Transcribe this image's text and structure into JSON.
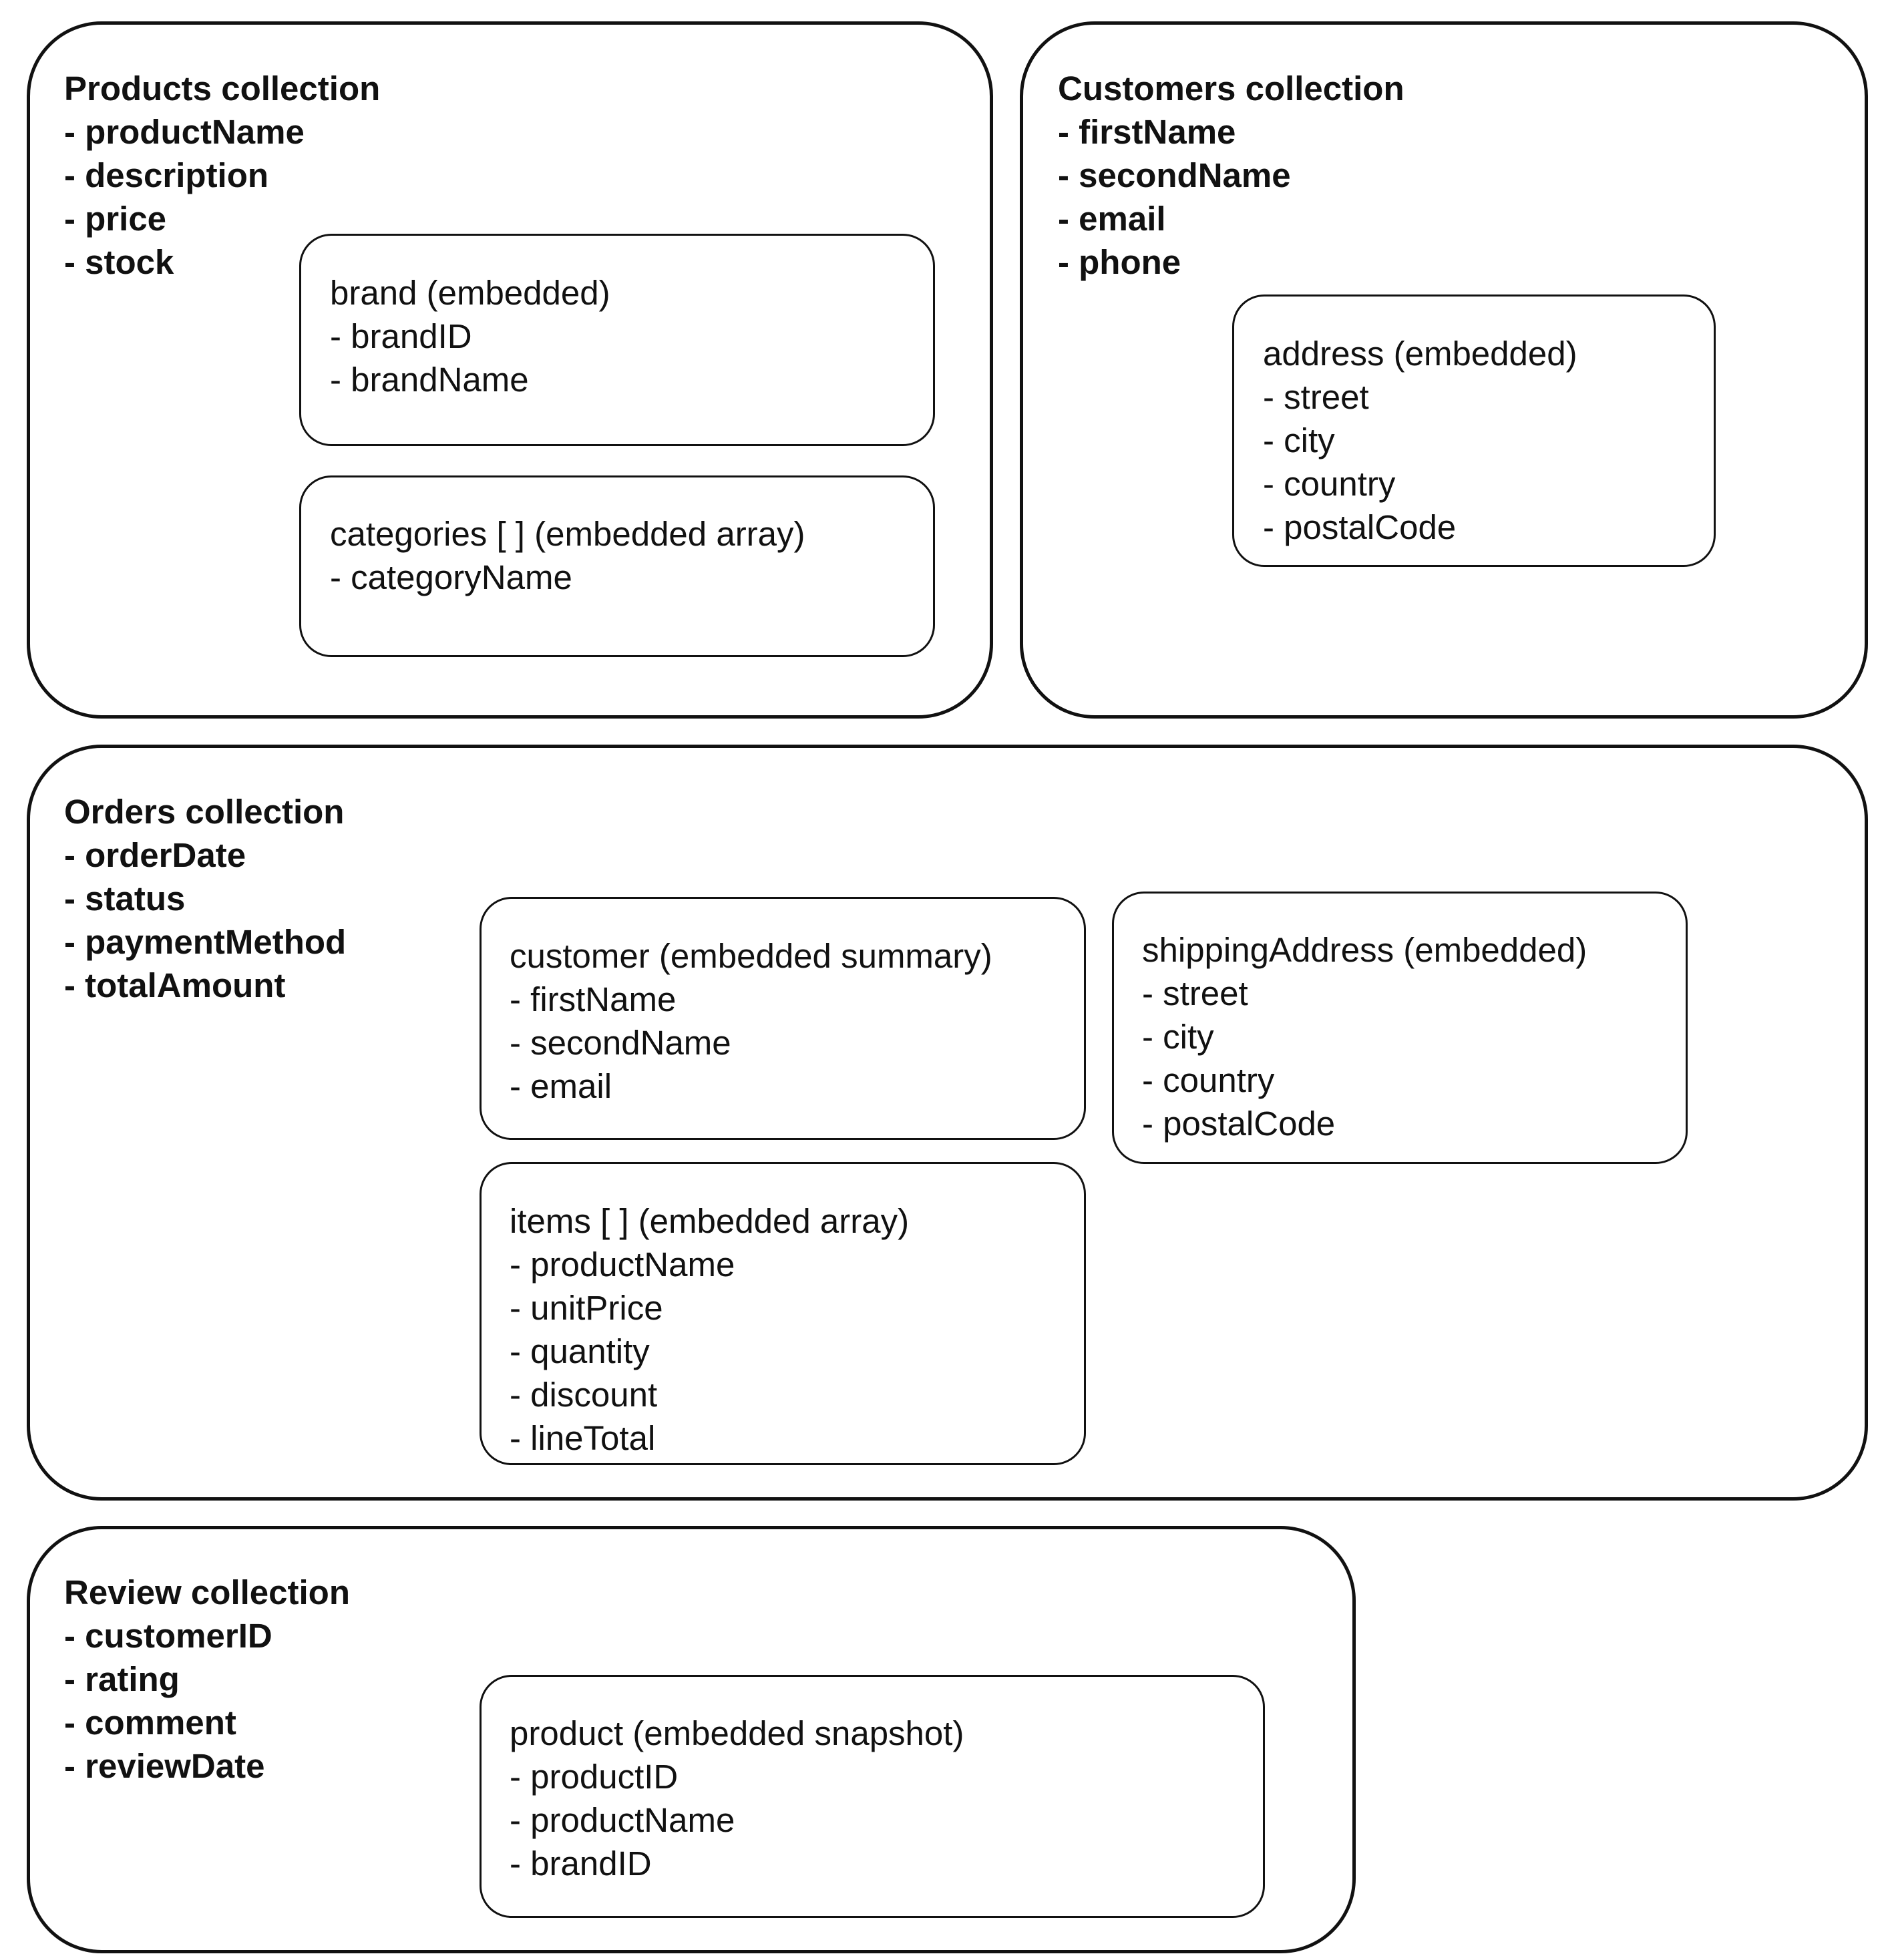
{
  "products": {
    "title": "Products collection",
    "fields": [
      "- productName",
      "- description",
      "- price",
      "- stock"
    ],
    "brand": {
      "title": "brand (embedded)",
      "fields": [
        "- brandID",
        "- brandName"
      ]
    },
    "categories": {
      "title": "categories [ ] (embedded array)",
      "fields": [
        "- categoryName"
      ]
    }
  },
  "customers": {
    "title": "Customers collection",
    "fields": [
      "- firstName",
      "- secondName",
      "- email",
      "- phone"
    ],
    "address": {
      "title": "address (embedded)",
      "fields": [
        "- street",
        "- city",
        "- country",
        "- postalCode"
      ]
    }
  },
  "orders": {
    "title": "Orders collection",
    "fields": [
      "- orderDate",
      "- status",
      "- paymentMethod",
      "- totalAmount"
    ],
    "customer": {
      "title": "customer (embedded summary)",
      "fields": [
        "- firstName",
        "- secondName",
        "- email"
      ]
    },
    "shipping_address": {
      "title": "shippingAddress (embedded)",
      "fields": [
        "- street",
        "- city",
        "- country",
        "- postalCode"
      ]
    },
    "items": {
      "title": "items [ ] (embedded array)",
      "fields": [
        "- productName",
        "- unitPrice",
        "- quantity",
        "- discount",
        "- lineTotal"
      ]
    }
  },
  "review": {
    "title": "Review collection",
    "fields": [
      "- customerID",
      "- rating",
      "- comment",
      "- reviewDate"
    ],
    "product": {
      "title": "product (embedded snapshot)",
      "fields": [
        "- productID",
        "- productName",
        "- brandID"
      ]
    }
  }
}
